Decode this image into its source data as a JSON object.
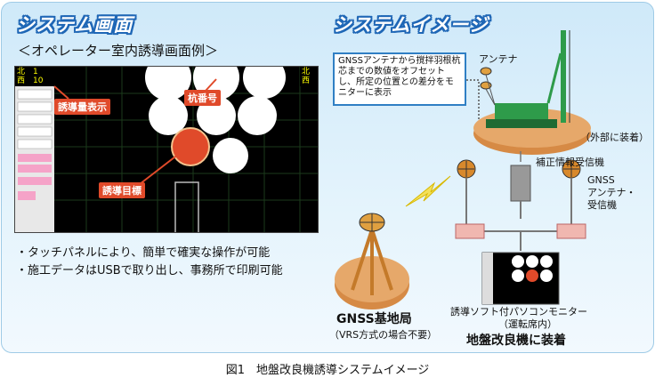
{
  "left": {
    "title": "システム画面",
    "subtitle": "＜オペレーター室内誘導画面例＞",
    "screen": {
      "north": "北",
      "north_num": "1",
      "west": "西",
      "west_num": "10",
      "label_guidance_display": "誘導量表示",
      "label_pile_number": "杭番号",
      "label_guidance_target": "誘導目標"
    },
    "bullets": [
      "・タッチパネルにより、簡単で確実な操作が可能",
      "・施工データはUSBで取り出し、事務所で印刷可能"
    ]
  },
  "right": {
    "title": "システムイメージ",
    "callout": "GNSSアンテナから撹拌羽根杭芯までの数値をオフセットし、所定の位置との差分をモニターに表示",
    "antenna_label": "アンテナ",
    "external_label": "（外部に装着）",
    "correction_receiver": "補正情報受信機",
    "gnss_receiver": "GNSS\nアンテナ・\n受信機",
    "monitor_label": "誘導ソフト付パソコンモニター",
    "monitor_sub": "（運転席内）",
    "installed_label": "地盤改良機に装着",
    "base_station": "GNSS基地局",
    "base_station_sub": "（VRS方式の場合不要）"
  },
  "caption": "図1　地盤改良機誘導システムイメージ",
  "colors": {
    "title_blue": "#1f67b6",
    "target_red": "#e04a2a",
    "yellow_box": "#f3e05a"
  }
}
